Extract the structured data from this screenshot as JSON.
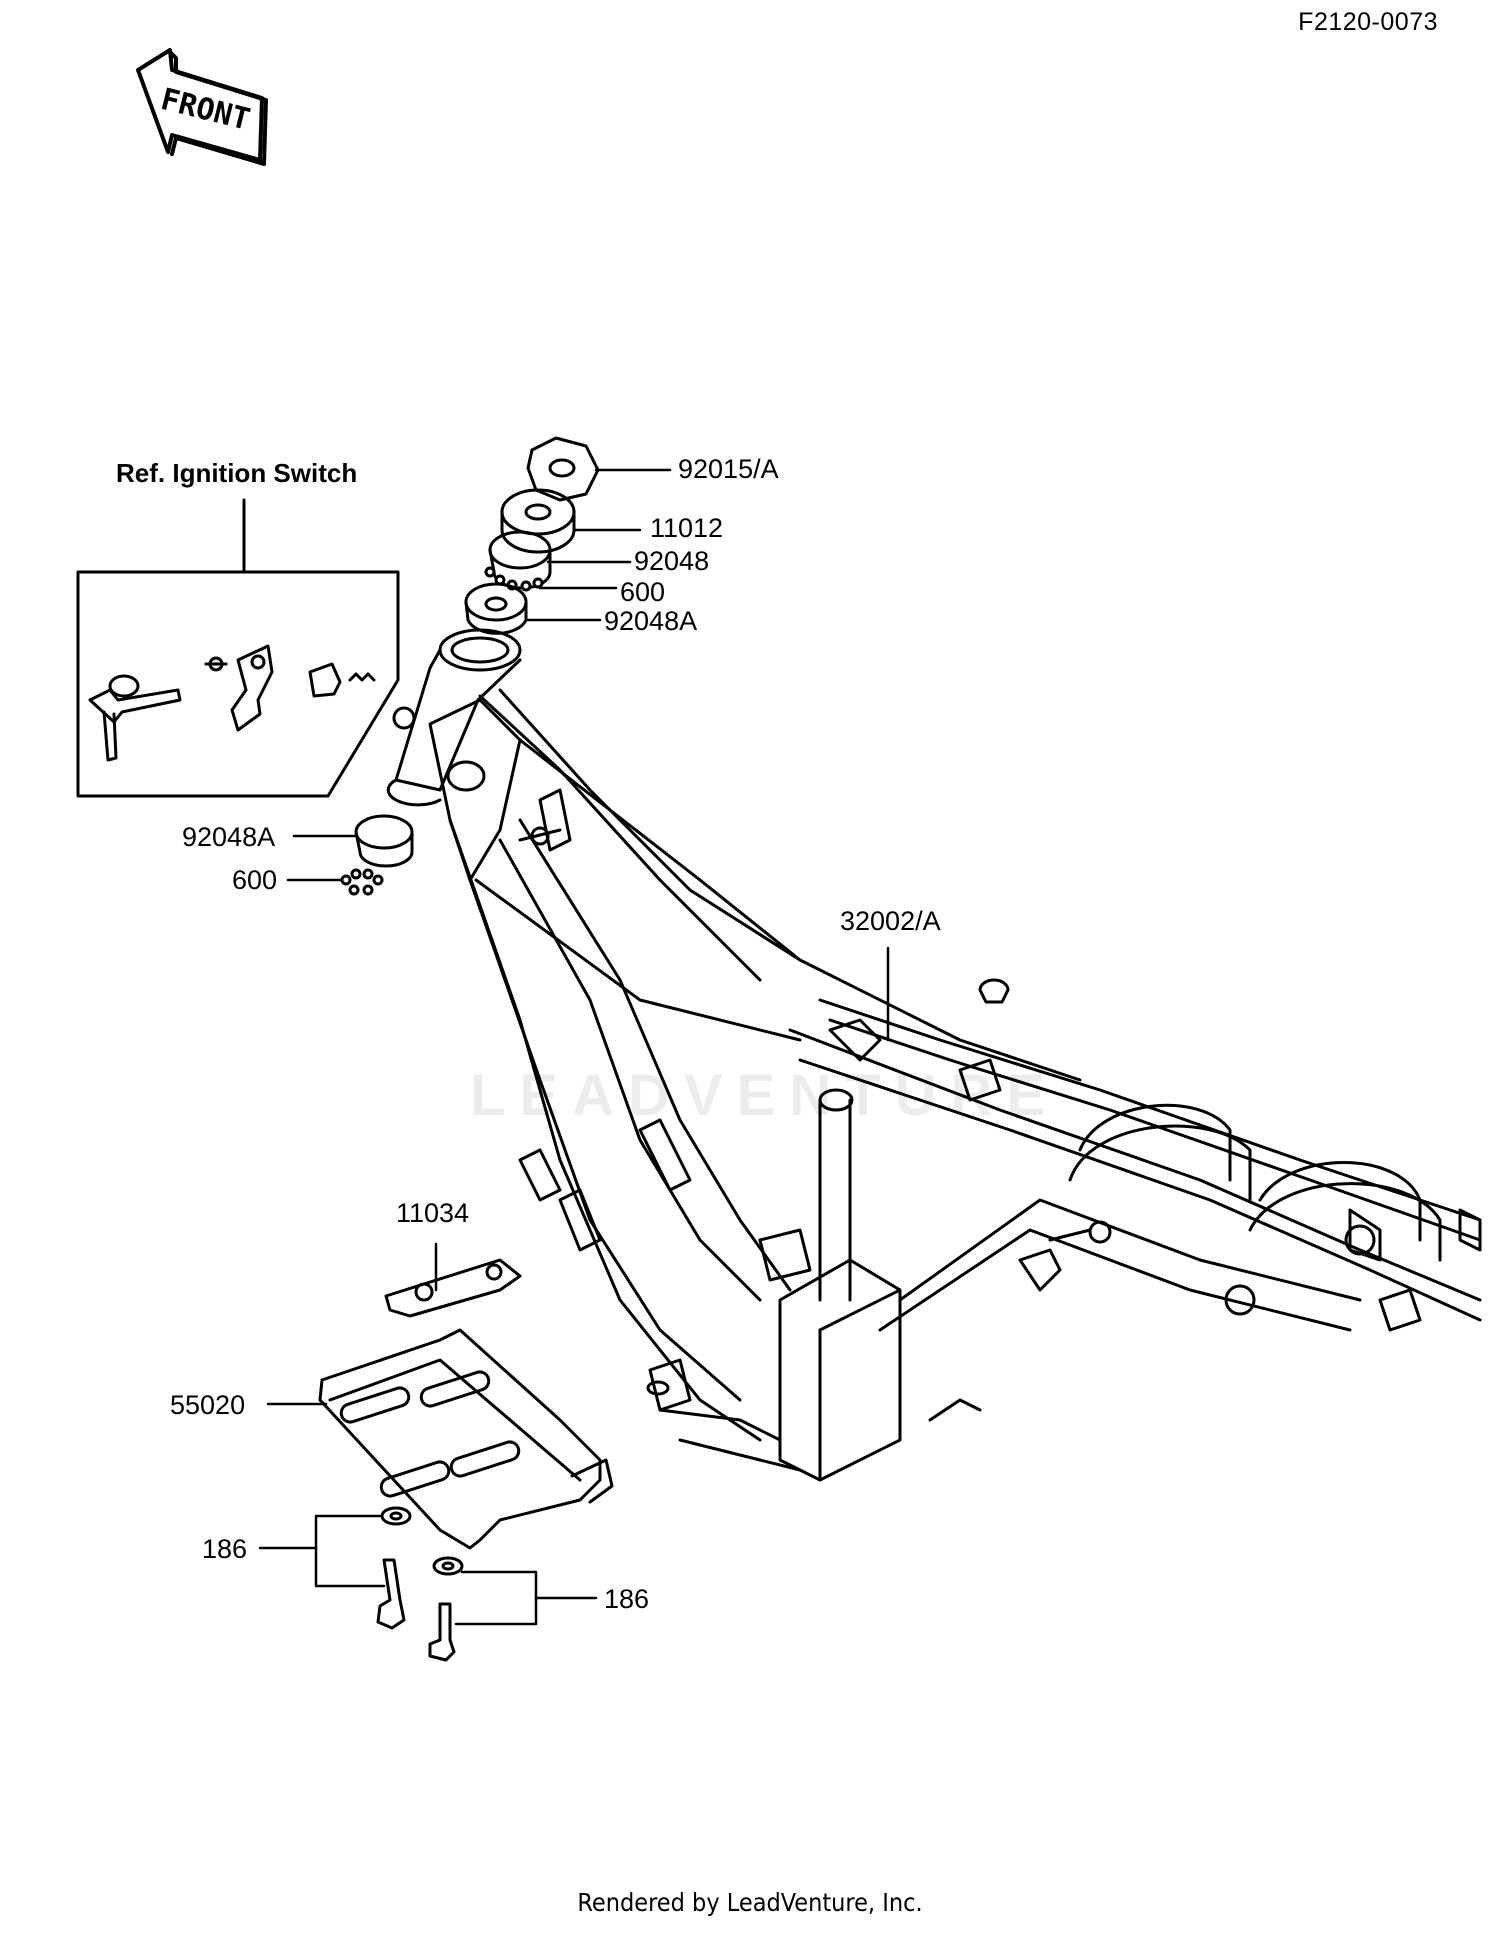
{
  "header": {
    "diagram_code": "F2120-0073"
  },
  "front_badge": {
    "label": "FRONT",
    "icon": "front-arrow-icon"
  },
  "ref_box": {
    "title": "Ref. Ignition Switch"
  },
  "callouts": [
    {
      "id": "92015A_top",
      "text": "92015/A"
    },
    {
      "id": "11012",
      "text": "11012"
    },
    {
      "id": "92048",
      "text": "92048"
    },
    {
      "id": "600_top",
      "text": "600"
    },
    {
      "id": "92048A_top",
      "text": "92048A"
    },
    {
      "id": "92048A_low",
      "text": "92048A"
    },
    {
      "id": "600_low",
      "text": "600"
    },
    {
      "id": "32002A",
      "text": "32002/A"
    },
    {
      "id": "11034",
      "text": "11034"
    },
    {
      "id": "55020",
      "text": "55020"
    },
    {
      "id": "186_left",
      "text": "186"
    },
    {
      "id": "186_right",
      "text": "186"
    }
  ],
  "watermark": {
    "text": "LEADVENTURE"
  },
  "footer": {
    "text": "Rendered by LeadVenture, Inc."
  },
  "colors": {
    "ink": "#000000",
    "paper": "#ffffff"
  }
}
